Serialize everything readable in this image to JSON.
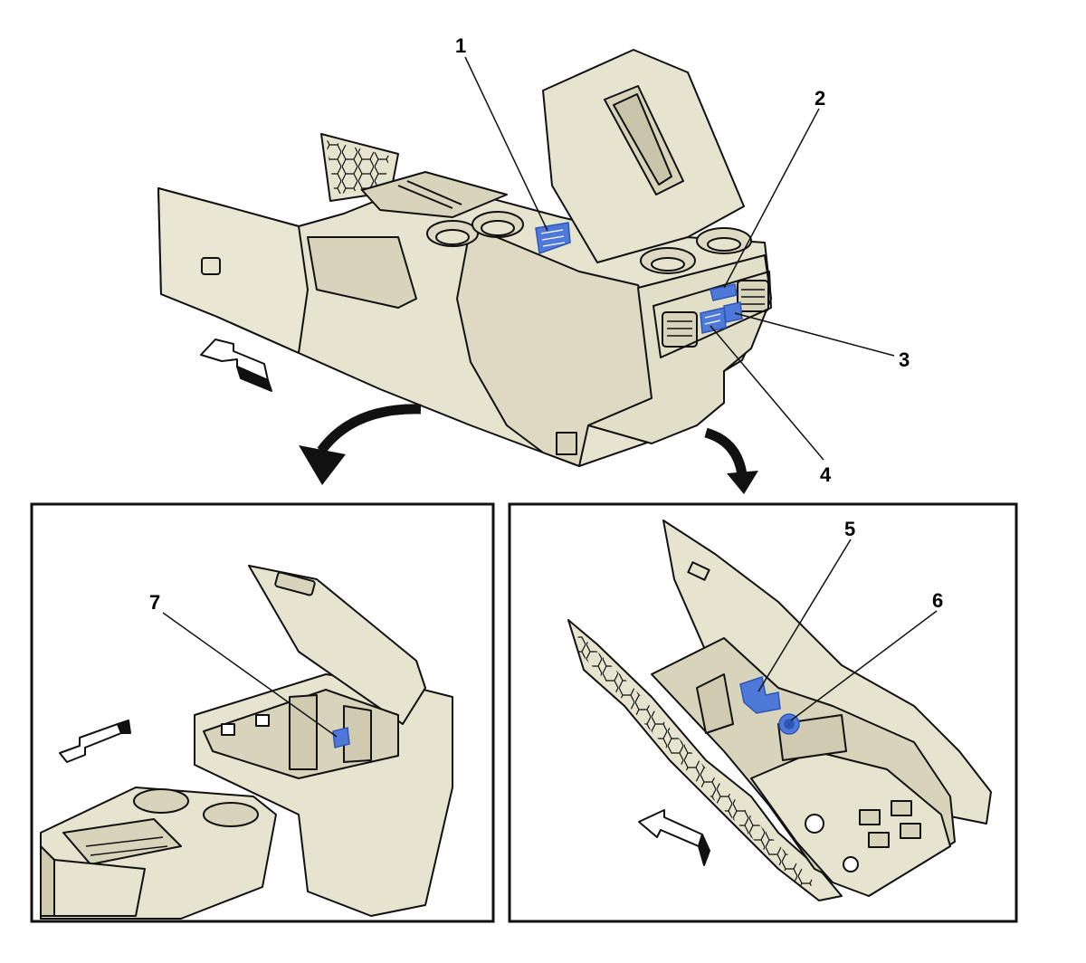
{
  "figure": {
    "callouts": [
      "1",
      "2",
      "3",
      "4",
      "5",
      "6",
      "7"
    ],
    "colors": {
      "body_fill": "#e6e3cf",
      "body_shade": "#d8d4bb",
      "outline": "#111111",
      "highlight": "#4f79d9",
      "highlight_dark": "#2c56b8",
      "background": "#ffffff"
    },
    "icons": [
      "direction-arrow-icon",
      "curved-view-arrow-icon"
    ]
  }
}
